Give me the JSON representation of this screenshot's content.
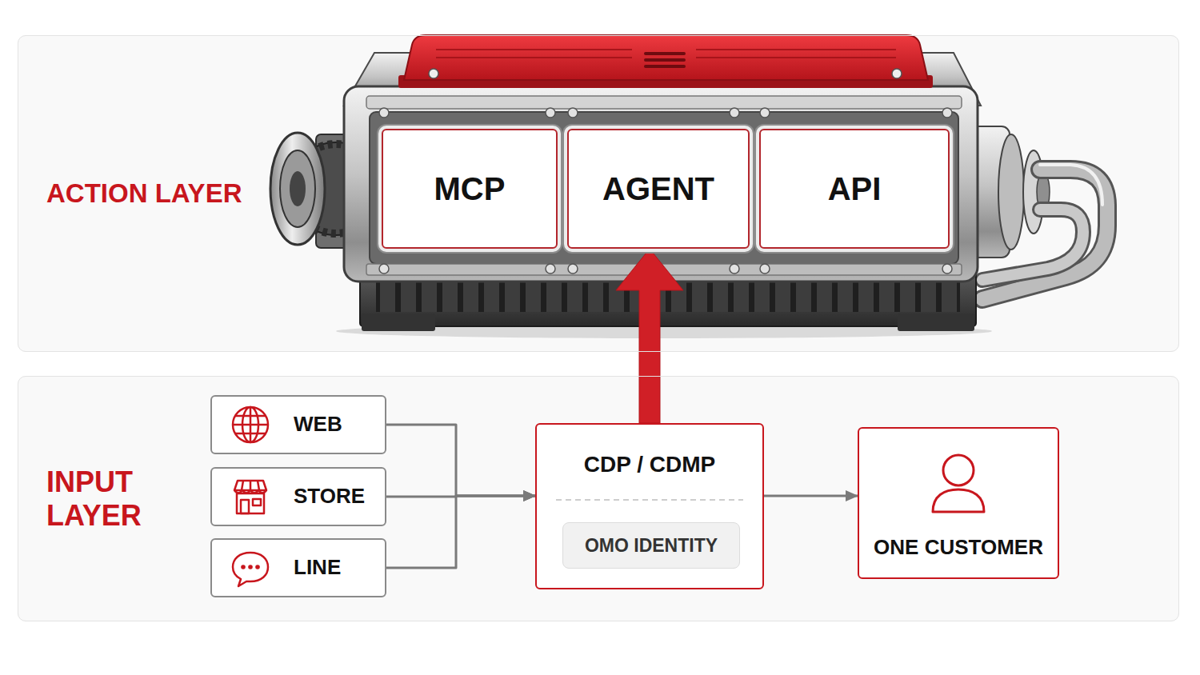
{
  "diagram": {
    "nodes": [
      {
        "text": [
          "ACTION LAYER"
        ]
      },
      {
        "text": [
          "MCP"
        ],
        "in": 0
      },
      {
        "text": [
          "AGENT"
        ],
        "in": 0
      },
      {
        "text": [
          "API"
        ],
        "in": 0
      },
      {
        "text": [
          "INPUT LAYER"
        ]
      },
      {
        "text": [
          "WEB"
        ],
        "in": 4
      },
      {
        "text": [
          "STORE"
        ],
        "in": 4
      },
      {
        "text": [
          "LINE"
        ],
        "in": 4
      },
      {
        "text": [
          "CDP / CDMP"
        ],
        "in": 4
      },
      {
        "text": [
          "OMO IDENTITY"
        ],
        "in": 8
      },
      {
        "text": [
          "ONE CUSTOMER"
        ],
        "in": 4
      }
    ],
    "edges": [
      {
        "from": 5,
        "to": 8,
        "arrow": "to"
      },
      {
        "from": 6,
        "to": 8,
        "arrow": "to"
      },
      {
        "from": 7,
        "to": 8,
        "arrow": "to"
      },
      {
        "from": 8,
        "to": 10,
        "arrow": "to"
      },
      {
        "from": 8,
        "to": 2,
        "arrow": "to"
      }
    ]
  }
}
